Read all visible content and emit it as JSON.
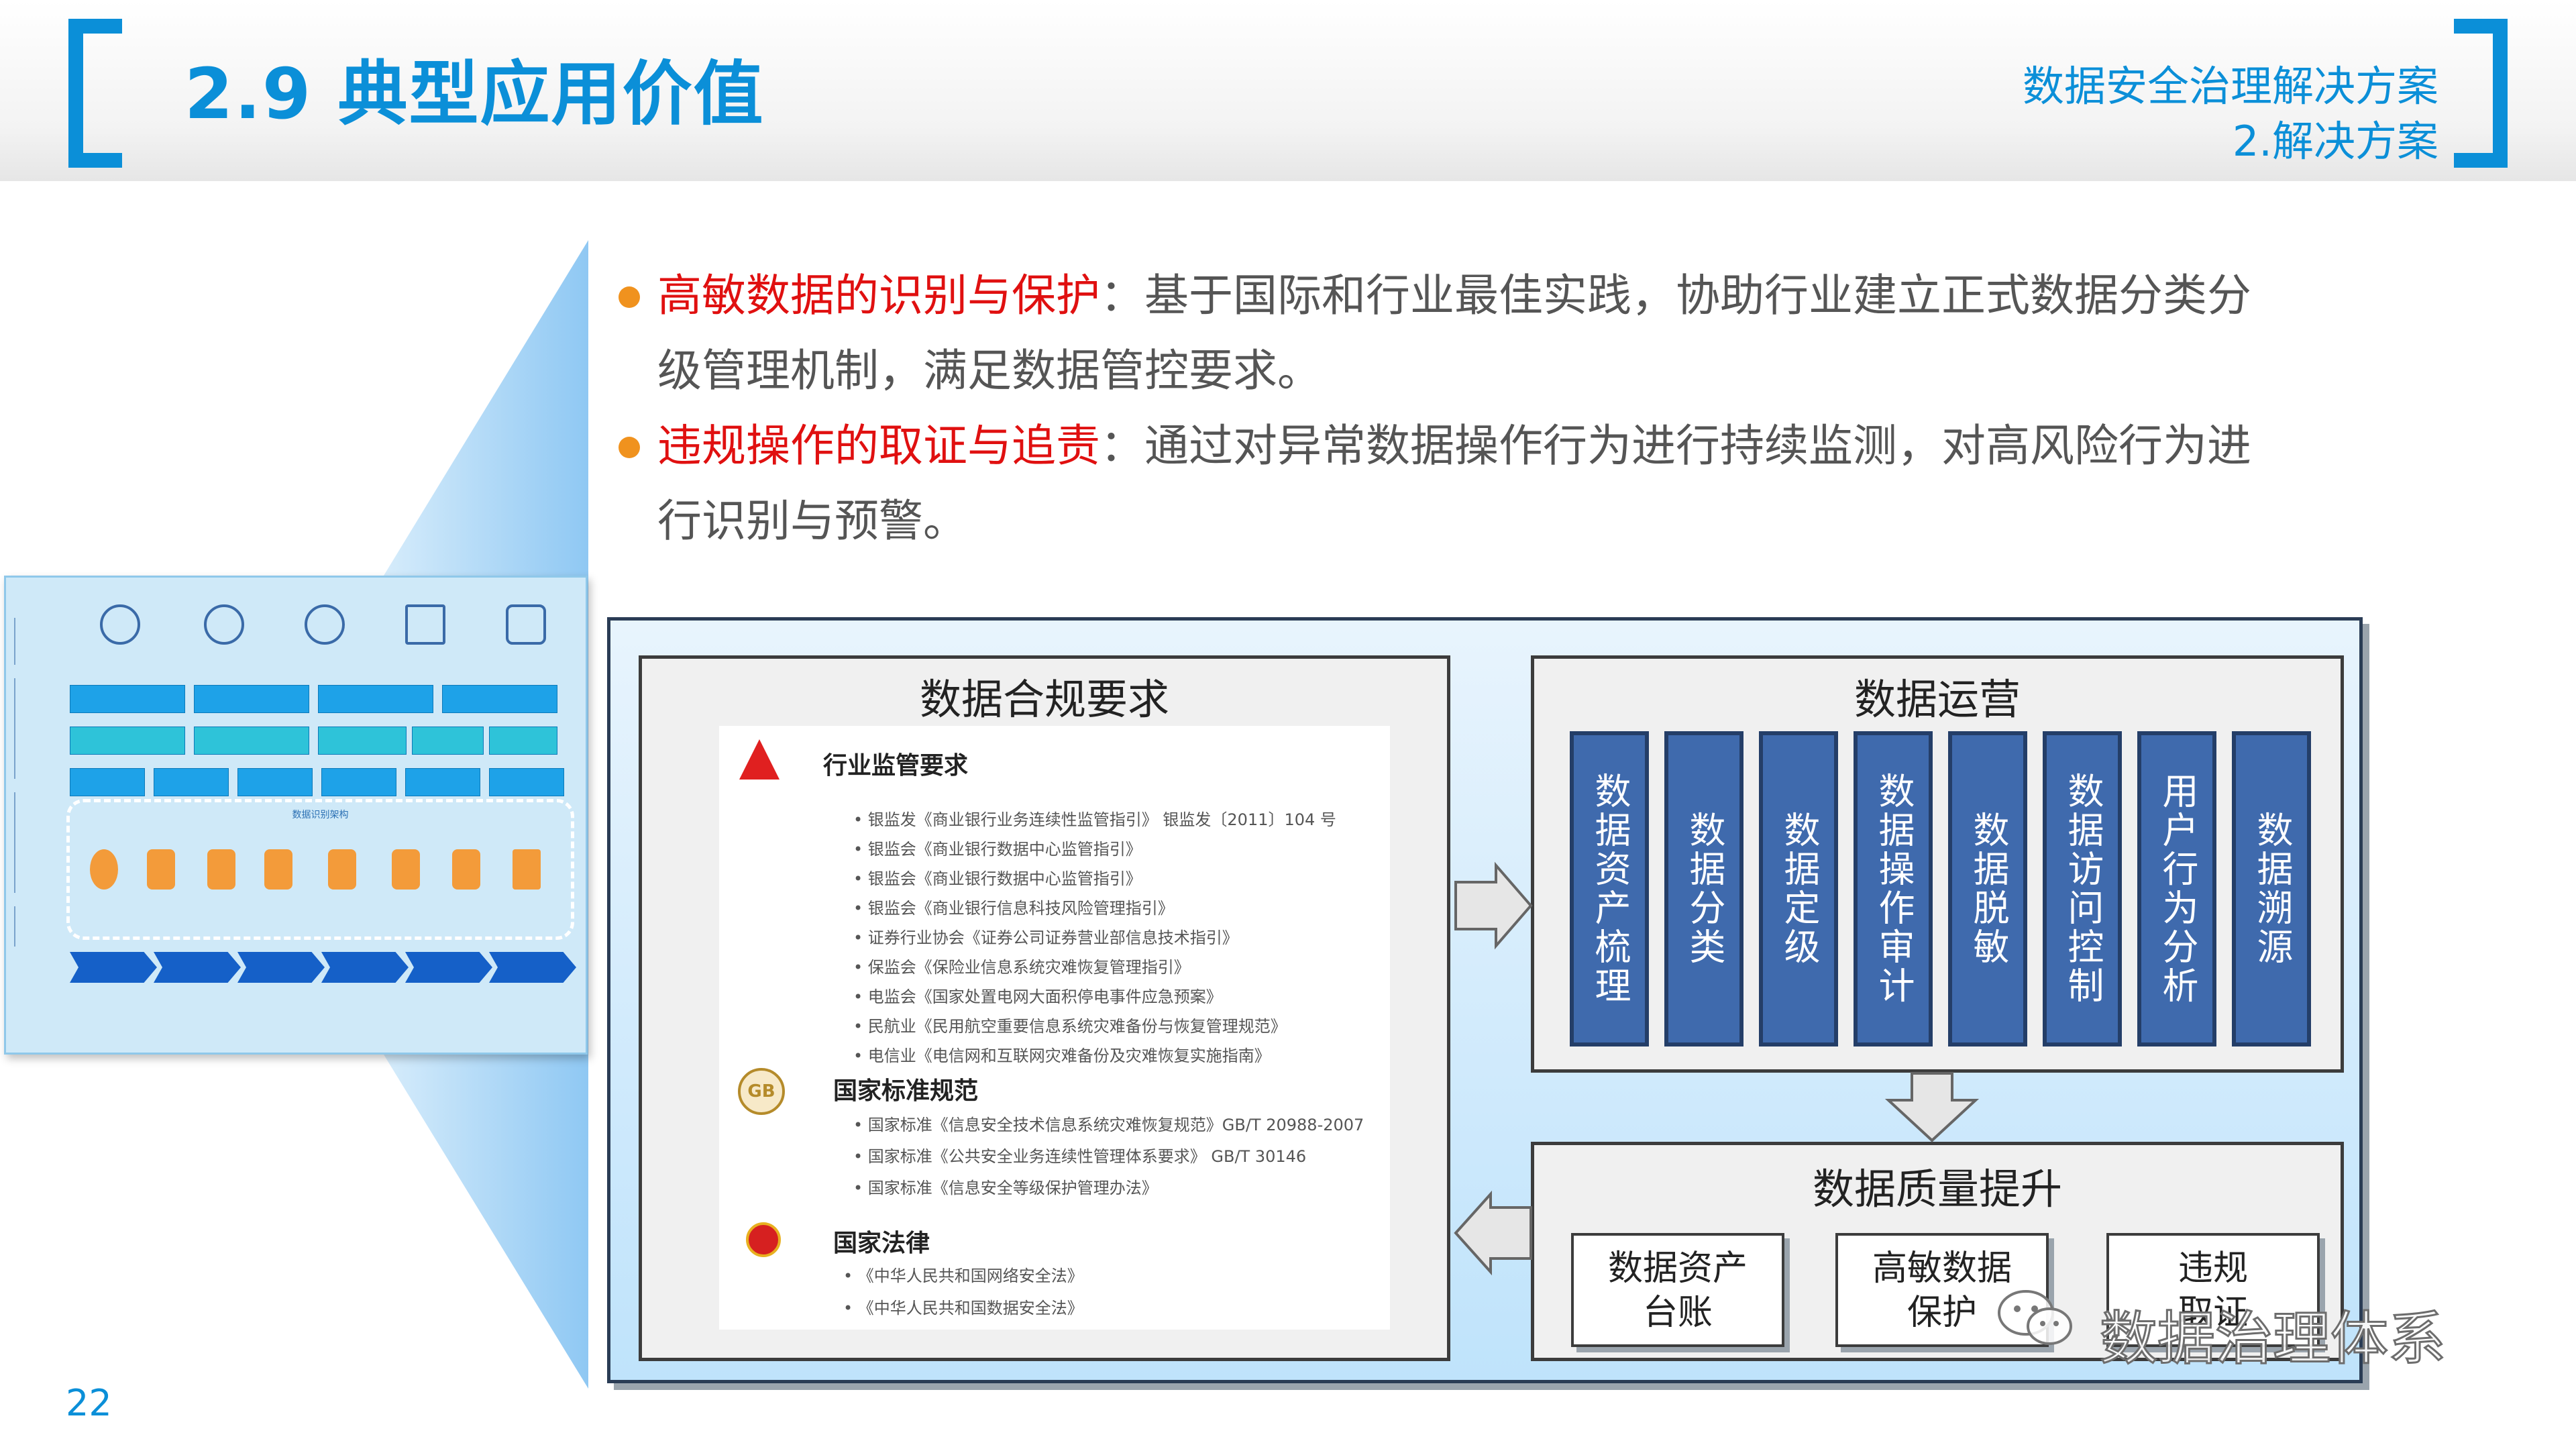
{
  "header": {
    "title": "2.9 典型应用价值",
    "subtitle_line1": "数据安全治理解决方案",
    "subtitle_line2": "2.解决方案"
  },
  "page_number": "22",
  "bullets": [
    {
      "highlight": "高敏数据的识别与保护",
      "text_line1": "：基于国际和行业最佳实践，协助行业建立正式数据分类分",
      "text_line2": "级管理机制，满足数据管控要求。"
    },
    {
      "highlight": "违规操作的取证与追责",
      "text_line1": "：通过对异常数据操作行为进行持续监测，对高风险行为进",
      "text_line2": "行识别与预警。"
    }
  ],
  "compliance": {
    "title": "数据合规要求",
    "industry": {
      "heading": "行业监管要求",
      "items": [
        "银监发《商业银行业务连续性监管指引》 银监发〔2011〕104 号",
        "银监会《商业银行数据中心监管指引》",
        "银监会《商业银行数据中心监管指引》",
        "银监会《商业银行信息科技风险管理指引》",
        "证券行业协会《证券公司证券营业部信息技术指引》",
        "保监会《保险业信息系统灾难恢复管理指引》",
        "电监会《国家处置电网大面积停电事件应急预案》",
        "民航业《民用航空重要信息系统灾难备份与恢复管理规范》",
        "电信业《电信网和互联网灾难备份及灾难恢复实施指南》"
      ]
    },
    "standards": {
      "heading": "国家标准规范",
      "logo_text": "GB",
      "items": [
        "国家标准《信息安全技术信息系统灾难恢复规范》GB/T 20988-2007",
        "国家标准《公共安全业务连续性管理体系要求》 GB/T 30146",
        "国家标准《信息安全等级保护管理办法》"
      ]
    },
    "law": {
      "heading": "国家法律",
      "items": [
        "《中华人民共和国网络安全法》",
        "《中华人民共和国数据安全法》"
      ]
    }
  },
  "operations": {
    "title": "数据运营",
    "columns": [
      "数据资产梳理",
      "数据分类",
      "数据定级",
      "数据操作审计",
      "数据脱敏",
      "数据访问控制",
      "用户行为分析",
      "数据溯源"
    ]
  },
  "quality": {
    "title": "数据质量提升",
    "boxes": [
      {
        "line1": "数据资产",
        "line2": "台账"
      },
      {
        "line1": "高敏数据",
        "line2": "保护"
      },
      {
        "line1": "违规",
        "line2": "取证"
      }
    ]
  },
  "thumbnail": {
    "section_label": "数据识别架构"
  },
  "watermark": "数据治理体系",
  "colors": {
    "accent_blue": "#0b8fd8",
    "highlight_red": "#e01010",
    "bullet_orange": "#f0921e",
    "column_blue": "#3f6aad"
  }
}
